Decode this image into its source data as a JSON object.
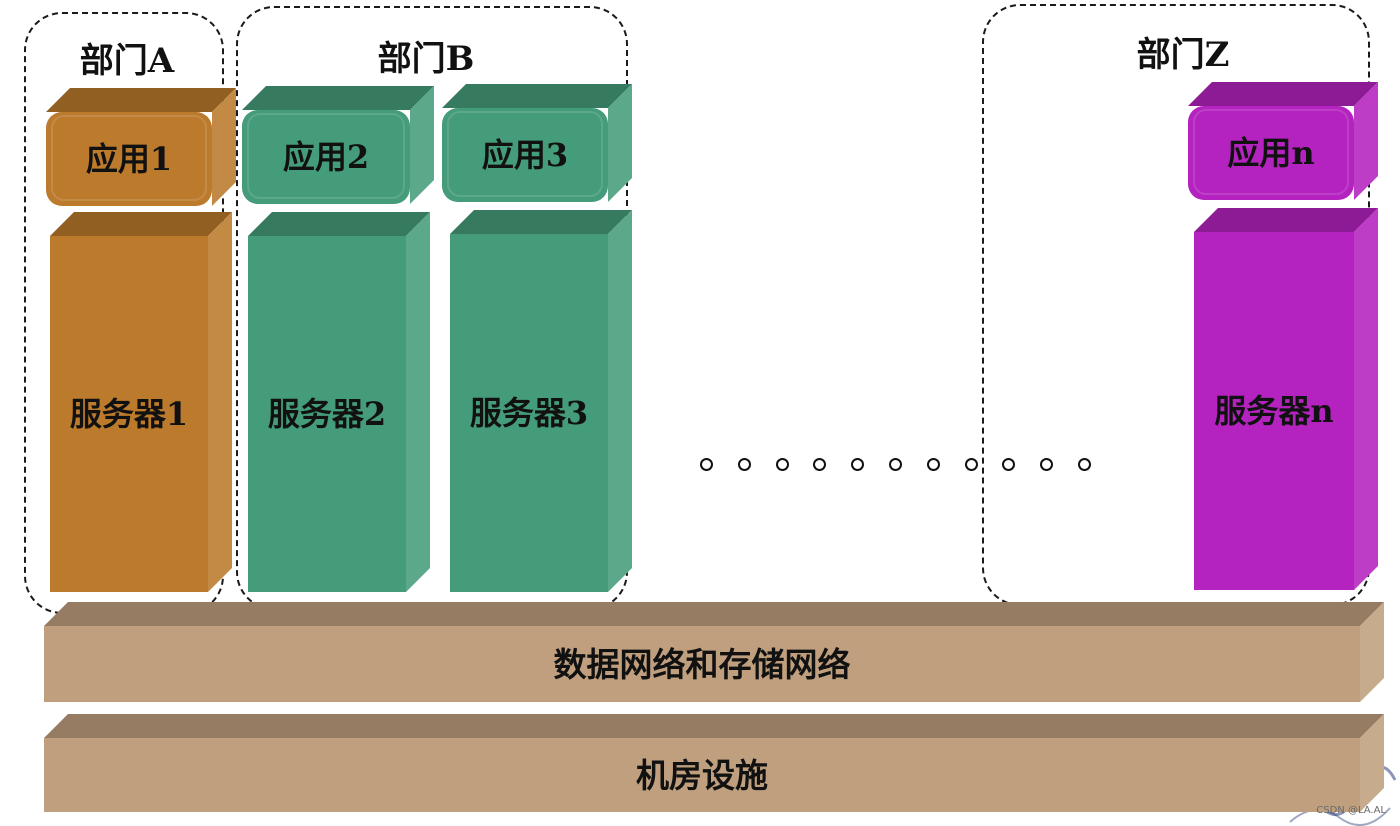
{
  "departments": [
    {
      "label": "部门A"
    },
    {
      "label": "部门B"
    },
    {
      "label": "部门Z"
    }
  ],
  "apps": [
    {
      "label": "应用1",
      "color": "#bb7a2c"
    },
    {
      "label": "应用2",
      "color": "#459c7a"
    },
    {
      "label": "应用3",
      "color": "#459c7a"
    },
    {
      "label": "应用n",
      "color": "#b423bf"
    }
  ],
  "servers": [
    {
      "label": "服务器1",
      "color": "#bb7a2c"
    },
    {
      "label": "服务器2",
      "color": "#459c7a"
    },
    {
      "label": "服务器3",
      "color": "#459c7a"
    },
    {
      "label": "服务器n",
      "color": "#b423bf"
    }
  ],
  "layers": [
    {
      "label": "数据网络和存储网络",
      "color": "#bf9f7e"
    },
    {
      "label": "机房设施",
      "color": "#bf9f7e"
    }
  ],
  "ellipsis": "。。。。。。。。。。。",
  "watermark": "CSDN @LA.AL"
}
